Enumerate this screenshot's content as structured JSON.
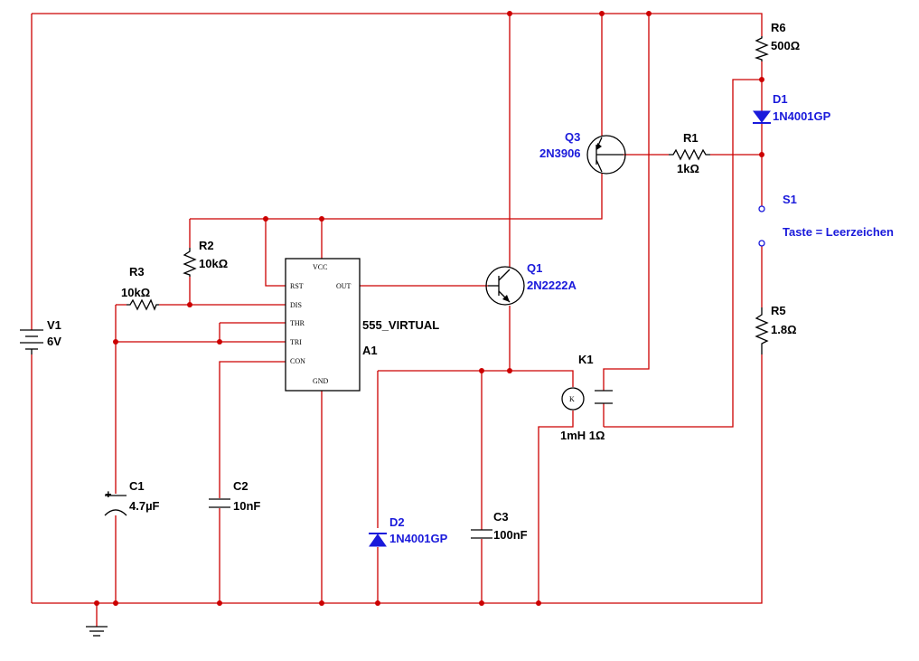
{
  "components": {
    "v1": {
      "ref": "V1",
      "value": "6V"
    },
    "r6": {
      "ref": "R6",
      "value": "500Ω"
    },
    "d1": {
      "ref": "D1",
      "value": "1N4001GP"
    },
    "r1": {
      "ref": "R1",
      "value": "1kΩ"
    },
    "q3": {
      "ref": "Q3",
      "value": "2N3906"
    },
    "s1": {
      "ref": "S1",
      "value": "Taste = Leerzeichen"
    },
    "r5": {
      "ref": "R5",
      "value": "1.8Ω"
    },
    "q1": {
      "ref": "Q1",
      "value": "2N2222A"
    },
    "r2": {
      "ref": "R2",
      "value": "10kΩ"
    },
    "r3": {
      "ref": "R3",
      "value": "10kΩ"
    },
    "a1": {
      "ref": "A1",
      "value": "555_VIRTUAL",
      "pins": {
        "vcc": "VCC",
        "rst": "RST",
        "dis": "DIS",
        "thr": "THR",
        "tri": "TRI",
        "con": "CON",
        "out": "OUT",
        "gnd": "GND"
      }
    },
    "k1": {
      "ref": "K1",
      "value": "1mH 1Ω",
      "coil_letter": "K"
    },
    "c1": {
      "ref": "C1",
      "value": "4.7µF",
      "polarity": "+"
    },
    "c2": {
      "ref": "C2",
      "value": "10nF"
    },
    "c3": {
      "ref": "C3",
      "value": "100nF"
    },
    "d2": {
      "ref": "D2",
      "value": "1N4001GP"
    }
  },
  "colors": {
    "wire": "#cc0000",
    "component": "#000000",
    "diode": "#1a1adb",
    "label_blue": "#1a1adb"
  }
}
